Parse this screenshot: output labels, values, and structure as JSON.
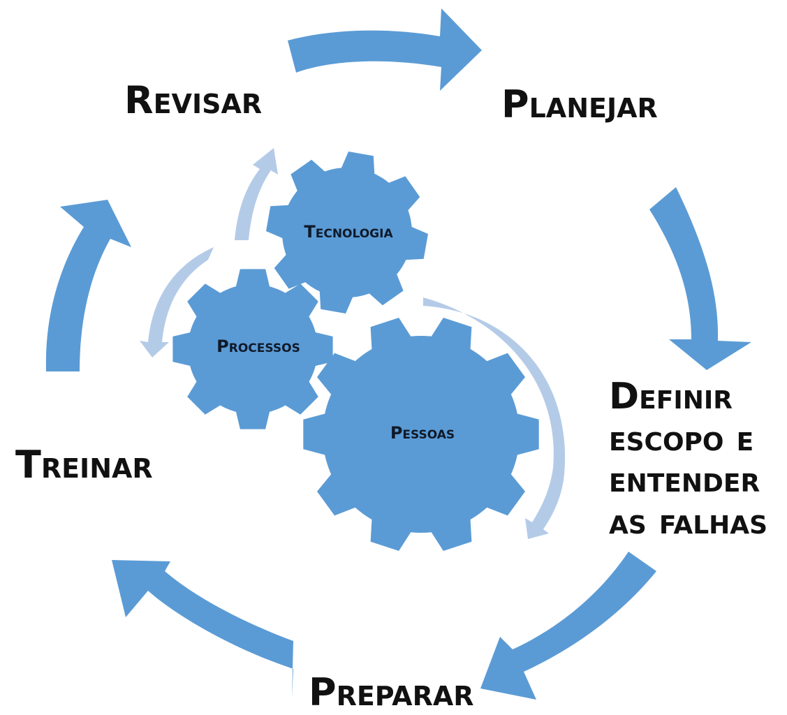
{
  "stages": {
    "revisar": "Revisar",
    "planejar": "Planejar",
    "definir": [
      "Definir",
      "escopo e",
      "entender",
      "as falhas"
    ],
    "preparar": "Preparar",
    "treinar": "Treinar"
  },
  "gears": {
    "tecnologia": "Tecnologia",
    "processos": "Processos",
    "pessoas": "Pessoas"
  },
  "colors": {
    "arrow": "#5b9bd5",
    "gear": "#5b9bd5",
    "inner_arrow": "#b4cbe8",
    "text": "#111111"
  }
}
